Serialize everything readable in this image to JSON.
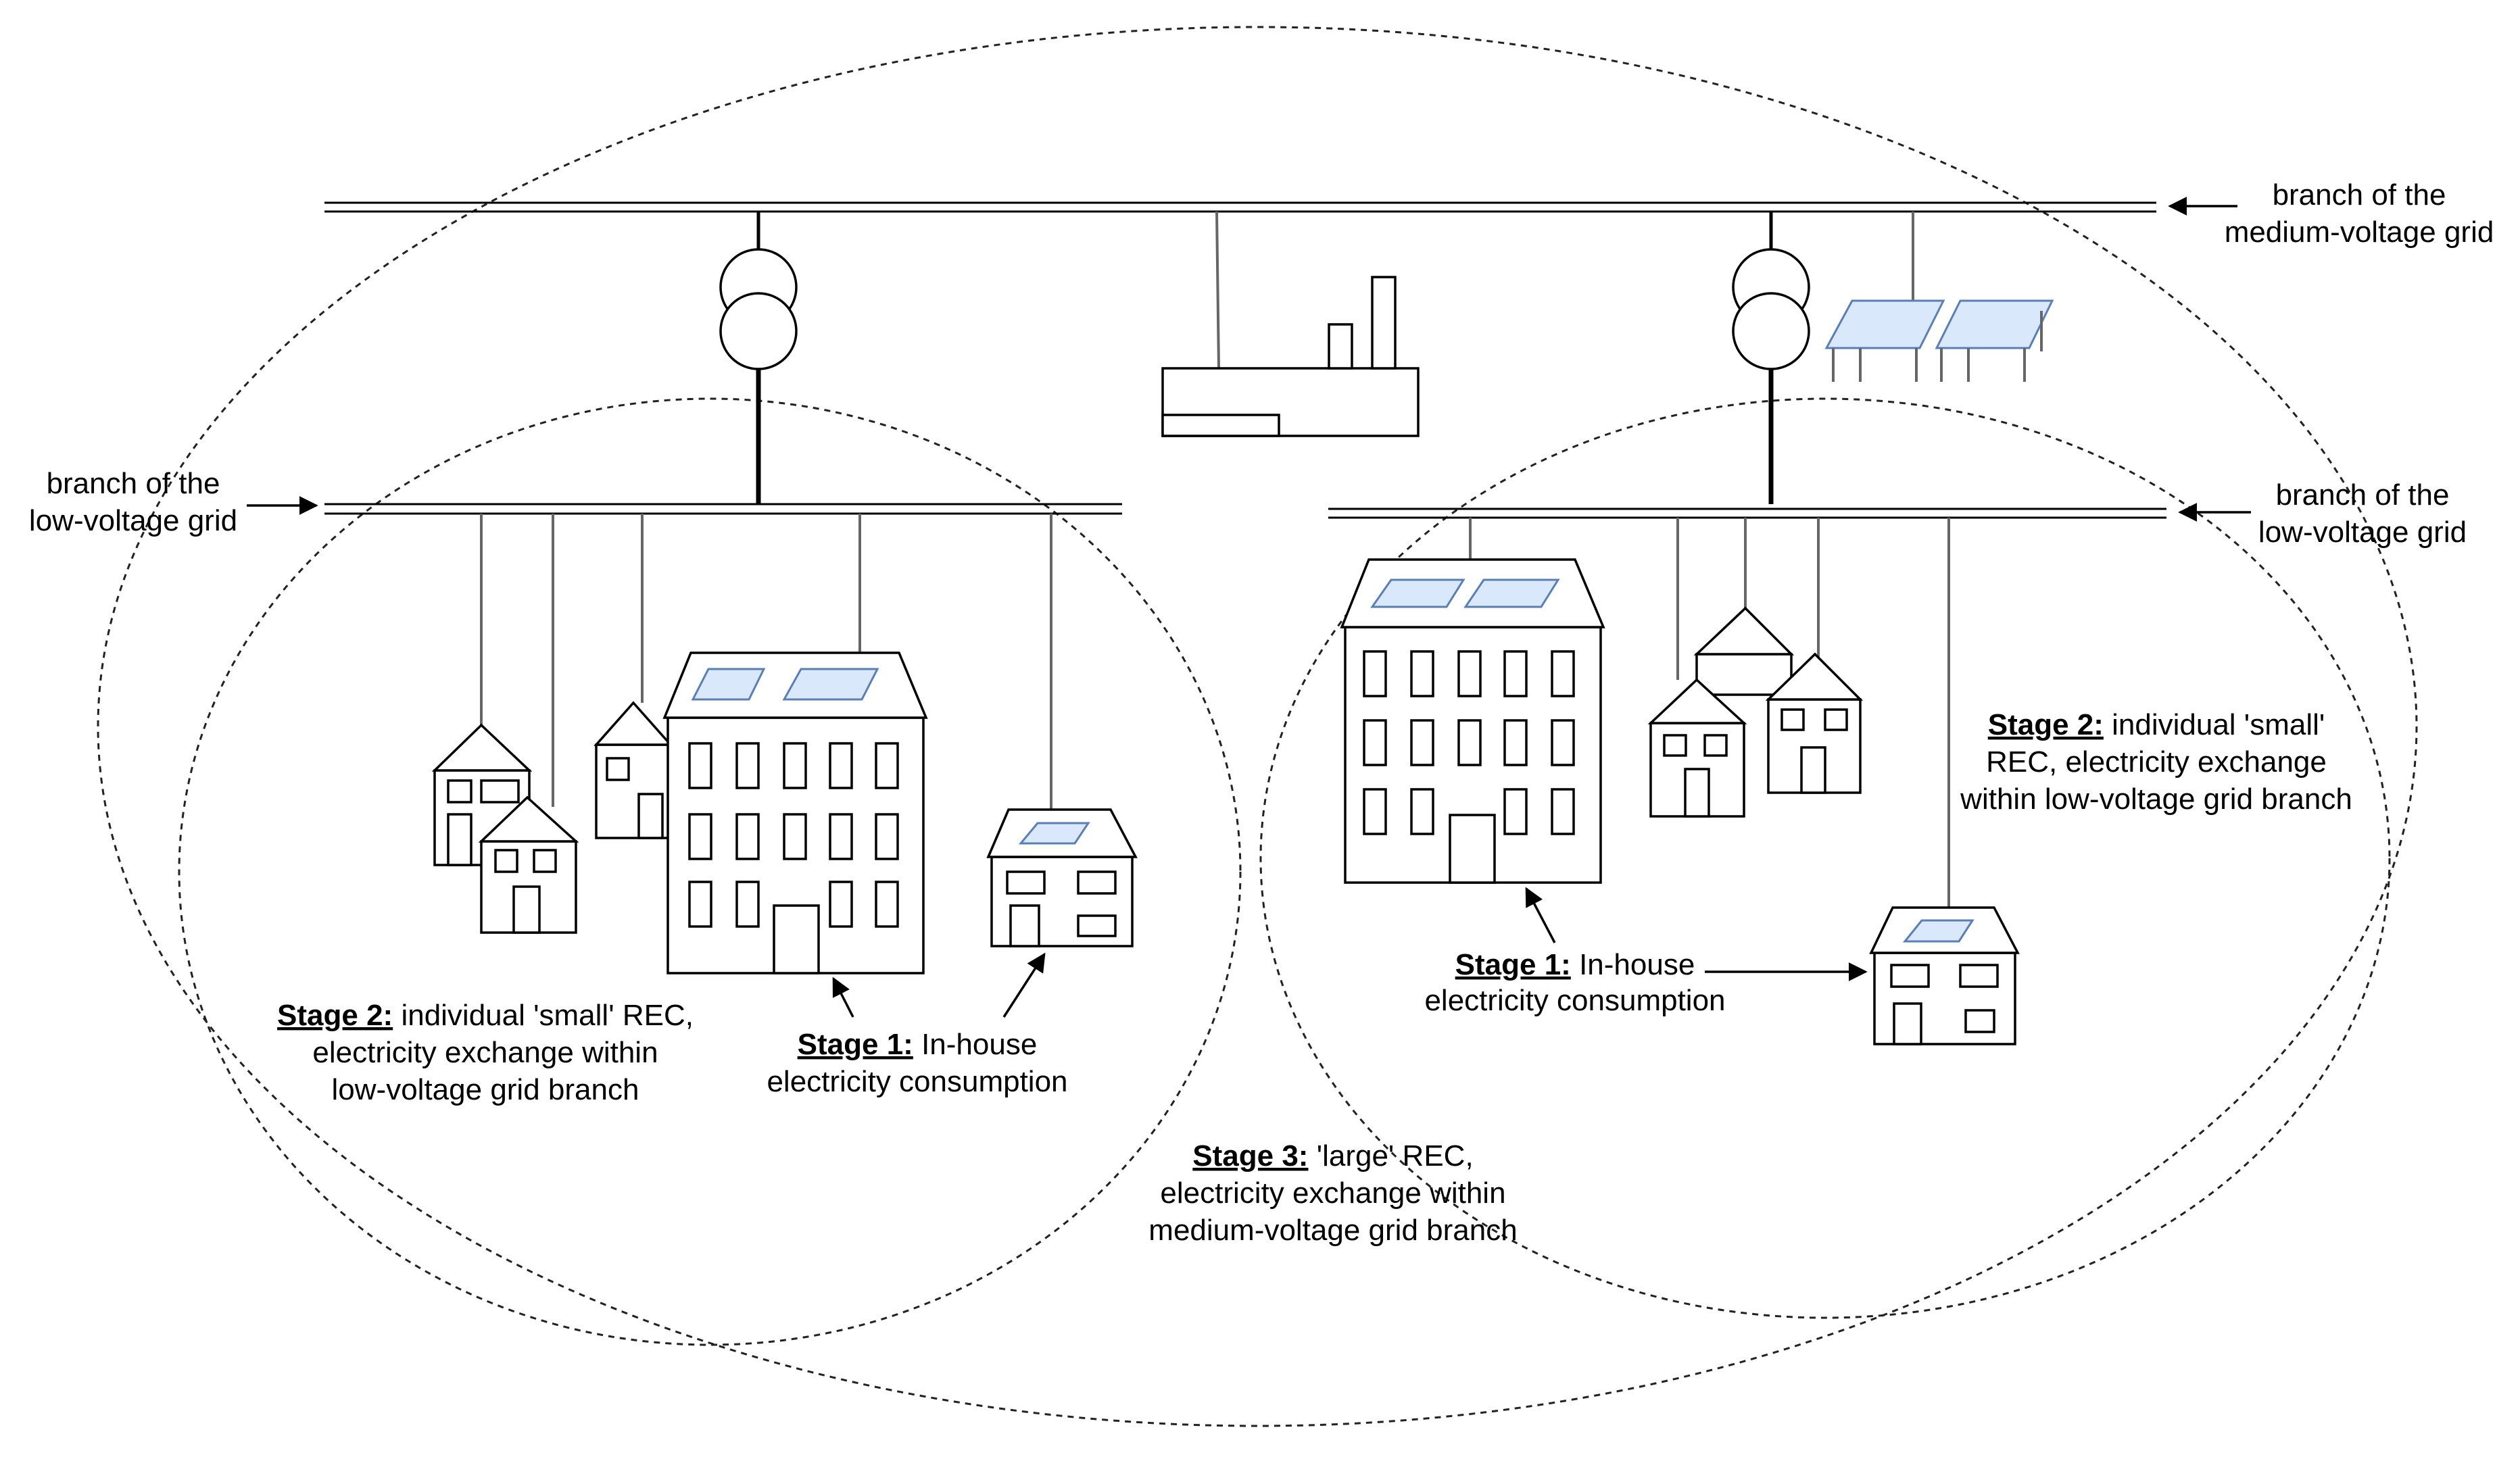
{
  "colors": {
    "solar_panel": "#dae8fc",
    "solar_panel_stroke": "#5a7fb5",
    "line": "#000000",
    "feeder": "#666666"
  },
  "labels": {
    "mv_grid": {
      "line1": "branch of the",
      "line2": "medium-voltage grid"
    },
    "lv_grid_left": {
      "line1": "branch of the",
      "line2": "low-voltage grid"
    },
    "lv_grid_right": {
      "line1": "branch of the",
      "line2": "low-voltage grid"
    },
    "stage2_left": {
      "title": "Stage 2:",
      "line1": " individual 'small' REC,",
      "line2": "electricity exchange within",
      "line3": "low-voltage grid branch"
    },
    "stage1_left": {
      "title": "Stage 1:",
      "line1": " In-house",
      "line2": "electricity consumption"
    },
    "stage3": {
      "title": "Stage 3:",
      "line1": " 'large' REC,",
      "line2": "electricity exchange within",
      "line3": "medium-voltage grid branch"
    },
    "stage1_right": {
      "title": "Stage 1:",
      "line1": " In-house",
      "line2": "electricity consumption"
    },
    "stage2_right": {
      "title": "Stage 2:",
      "line1": " individual 'small'",
      "line2": "REC, electricity exchange",
      "line3": "within low-voltage grid branch"
    }
  }
}
